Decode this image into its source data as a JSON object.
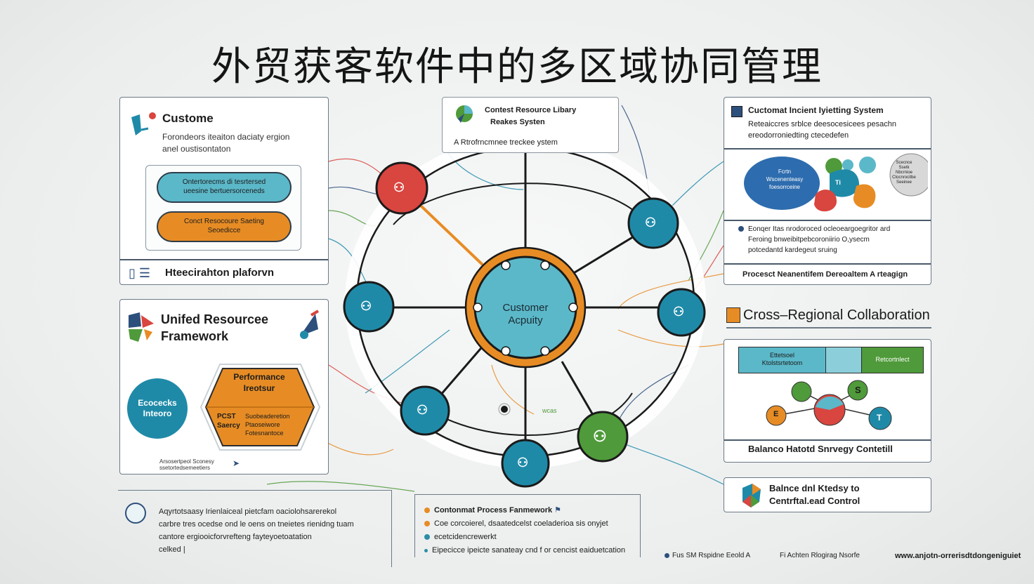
{
  "title": "外贸获客软件中的多区域协同管理",
  "customer_card": {
    "title": "Custome",
    "desc": [
      "Forondeors iteaiton daciaty ergion",
      "anel oustisontaton"
    ],
    "pill1": [
      "Ontertorecms di tesrtersed",
      "ueesine bertuersorceneds"
    ],
    "pill2": [
      "Conct Resocoure Saeting",
      "Seoedicce"
    ],
    "footer": "Hteecirahton plaforvn"
  },
  "unified_card": {
    "title_line1": "Unifed Resourcee",
    "title_line2": "Framework",
    "hex_text": [
      "Performance",
      "Ireotsur"
    ],
    "hex_sub_left": [
      "PCST",
      "Saercy"
    ],
    "hex_sub_right": [
      "Suobeaderetion",
      "Ptaoseiwore",
      "Fotesnantoce"
    ],
    "circle_text": [
      "Ecocecks",
      "Inteoro"
    ],
    "caption": [
      "Arsosertpeol Sconesy",
      "ssetortedsemeetiers"
    ]
  },
  "content_card": {
    "title": [
      "Contest Resource Libary",
      "Reakes Systen"
    ],
    "subtitle": "A  Rtrofrncmnee treckee ystem"
  },
  "tracking_card": {
    "title": "Cuctomat Incient Iyietting System",
    "desc": [
      "Reteaiccres srblce deesocesicees pesachn",
      "ereodorroniedting ctecedefen"
    ],
    "blob_main": [
      "Fcrtn",
      "Wscenenteasy",
      "foesorrceine"
    ],
    "blob_gray": [
      "Scecnce",
      "Ssetk",
      "Nbcrnioe",
      "Ctocnrocitbe",
      "Seeinee"
    ],
    "blob_teal_label": "Ti",
    "list": [
      "Eonqer Itas nrodoroced ocleoeargoegritor ard",
      "Feroing bnweibitpebcoroniirio O,ysecm",
      "potcedantd kardegeut sruing"
    ],
    "footer": "Procesct Neanentifem Dereoaltem A rteagign"
  },
  "cross_regional": {
    "heading": "Cross–Regional Collaboration",
    "bar_left": [
      "Ettetsoel",
      "Ktolstsrtetoom"
    ],
    "bar_right": "Retcortnlect",
    "chart_labels": [
      "E",
      "S",
      "T"
    ],
    "footer": "Balanco Hatotd Snrvegy Contetill"
  },
  "balance_card": {
    "lines": [
      "Balnce dnl Ktedsy to",
      "Centrftal.ead Control"
    ]
  },
  "center": {
    "label": [
      "Customer",
      "Acpuity"
    ],
    "stray_label": "wcas"
  },
  "bottom_left": {
    "lines": [
      "Aqyrtotsaasy Irienlaiceal pietcfam oaciolohsarerekol",
      "carbre tres ocedse ond le oens on tneietes rienidng tuam",
      "cantore ergiooicforvrefteng fayteyoetoatation",
      "celked |"
    ]
  },
  "bottom_mid": {
    "items": [
      {
        "text": "Contonmat Process Fanmework",
        "color": "#e78c24",
        "bold": true
      },
      {
        "text": "Coe corcoierel, dsaatedcelst coeladerioa sis onyjet",
        "color": "#e78c24",
        "bold": false
      },
      {
        "text": "ecetcidencrewerkt",
        "color": "#2a8fa6",
        "bold": false
      },
      {
        "text": "Eipecicce ipeicte sanateay cnd f or cencist eaiduetcation",
        "color": "#2a8fa6",
        "bold": false
      }
    ]
  },
  "bottom_right": {
    "item1": "Fus  SM  Rspidne Eeold A",
    "item2": "Fi  Achten  Rlogirag Nsorfe",
    "url": "www.anjotn-orrerisdtdongeniguiet"
  },
  "colors": {
    "teal": "#1f8aa8",
    "red": "#d9453f",
    "orange": "#e78c24",
    "green": "#4f9a3a",
    "navy": "#2d4f7c",
    "light_teal": "#5bb8c9"
  }
}
